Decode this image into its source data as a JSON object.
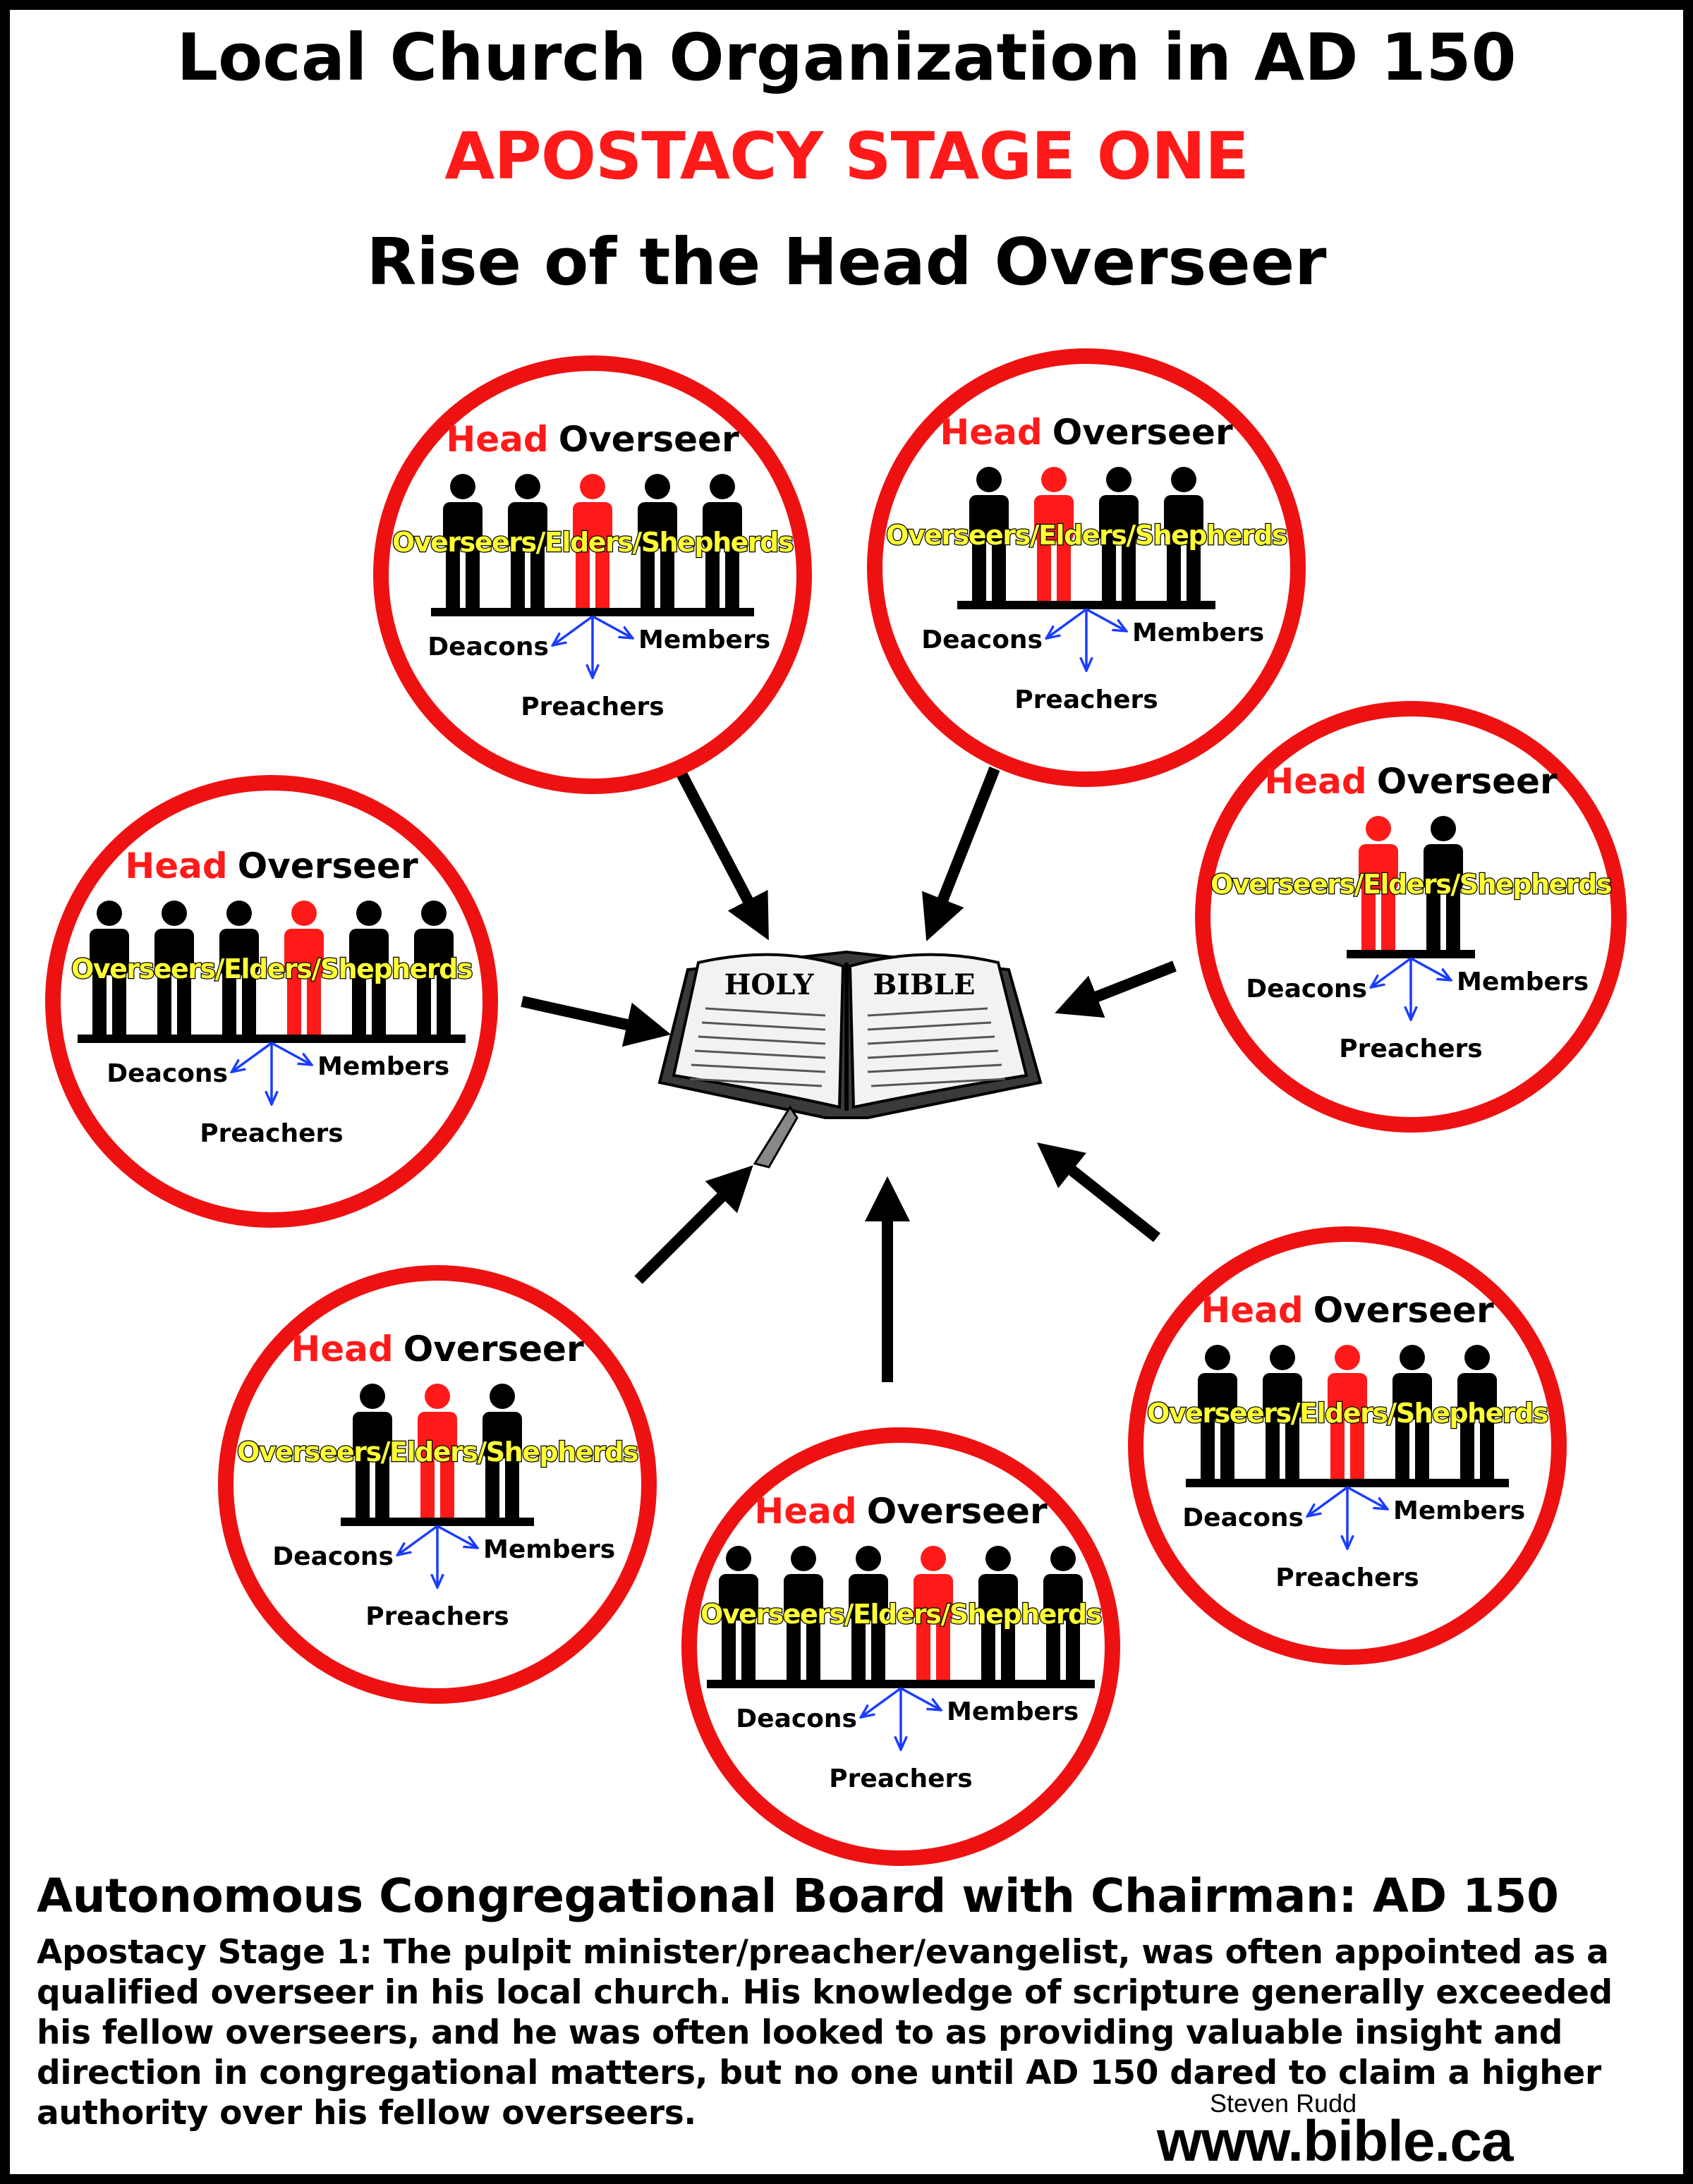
{
  "title": "Local Church Organization in AD 150",
  "subtitle": "APOSTACY STAGE ONE",
  "subtitle2": "Rise of the Head Overseer",
  "colors": {
    "accent_red": "#ff1a1a",
    "label_yellow": "#ffff33",
    "arrow_blue": "#1a3cff",
    "black": "#000000"
  },
  "circle_labels": {
    "head": "Head",
    "overseer": "Overseer",
    "board": "Overseers/Elders/Shepherds",
    "deacons": "Deacons",
    "members": "Members",
    "preachers": "Preachers"
  },
  "churches": [
    {
      "id": "top-left",
      "figures": 5,
      "head_index": 2
    },
    {
      "id": "top-right",
      "figures": 4,
      "head_index": 1
    },
    {
      "id": "mid-left",
      "figures": 6,
      "head_index": 3
    },
    {
      "id": "mid-right",
      "figures": 2,
      "head_index": 0
    },
    {
      "id": "bottom-left",
      "figures": 3,
      "head_index": 1
    },
    {
      "id": "bottom-right",
      "figures": 5,
      "head_index": 2
    },
    {
      "id": "bottom-center",
      "figures": 6,
      "head_index": 3
    }
  ],
  "bible": {
    "left_page_title": "HOLY",
    "right_page_title": "BIBLE"
  },
  "footer": {
    "heading": "Autonomous Congregational Board with Chairman: AD 150",
    "body": "Apostacy Stage 1: The pulpit minister/preacher/evangelist, was often appointed as a qualified overseer in his local church. His knowledge of scripture generally exceeded his fellow overseers, and he was often looked to as providing valuable insight and direction in congregational matters, but no one until AD 150 dared to claim a higher authority over his fellow overseers.",
    "credit": "Steven Rudd",
    "website": "www.bible.ca"
  }
}
